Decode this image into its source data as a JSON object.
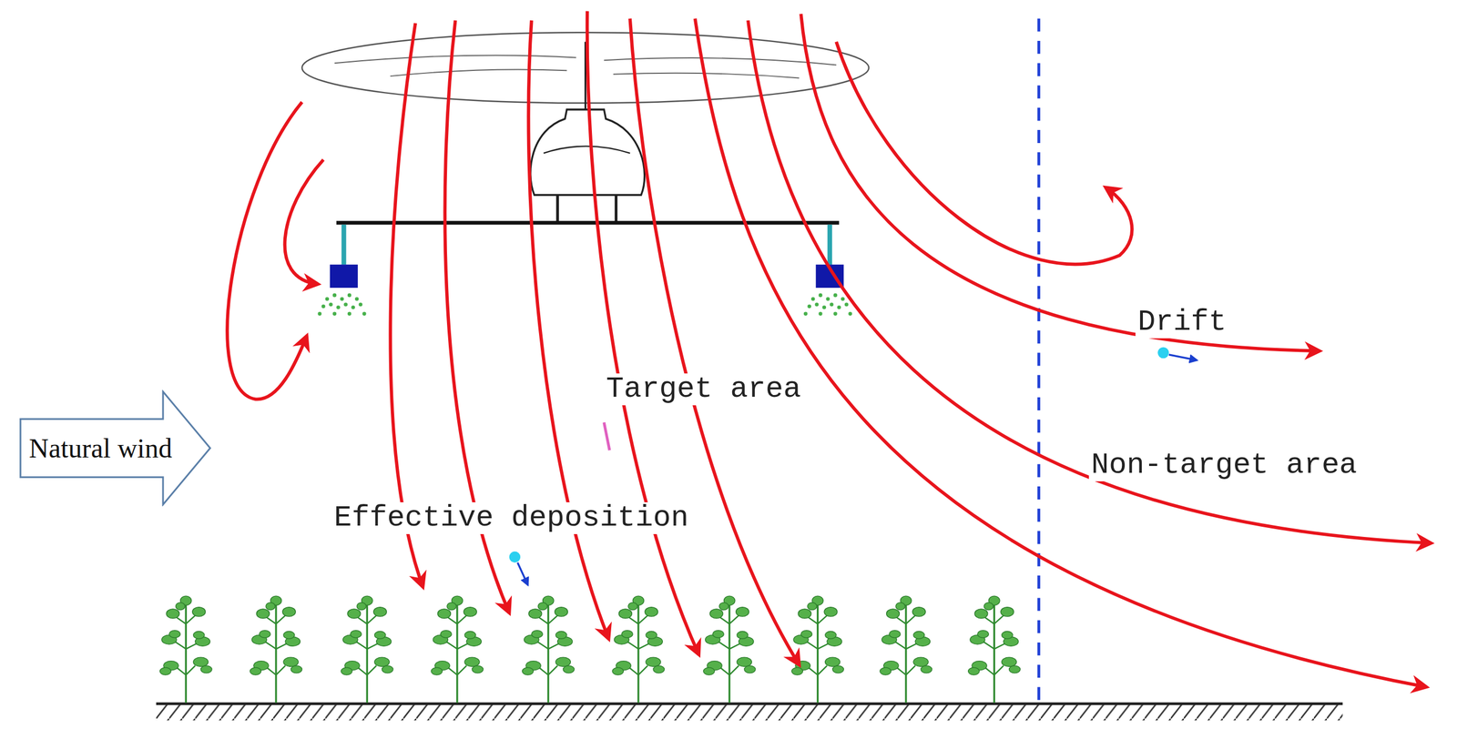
{
  "diagram": {
    "nodes": [
      {
        "text": [
          "Natural wind"
        ]
      }
    ],
    "labels": [
      "Drift",
      "Target area",
      "Effective deposition",
      "Non-target area"
    ]
  }
}
